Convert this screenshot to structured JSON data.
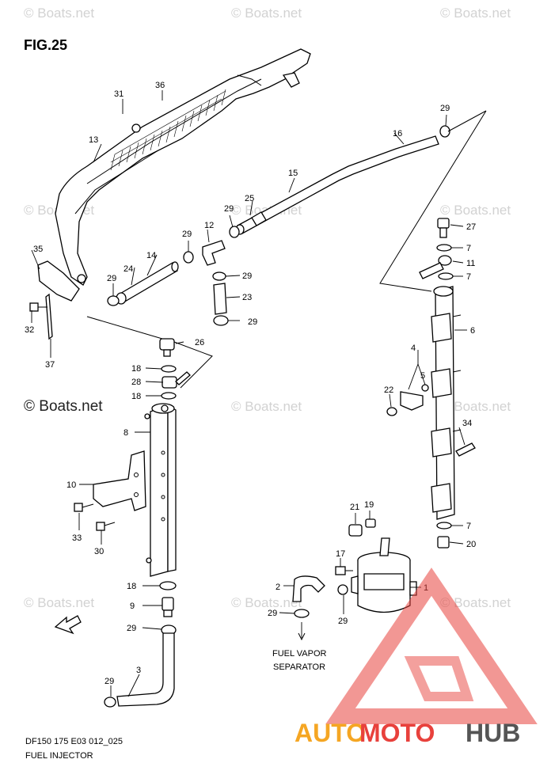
{
  "figure": {
    "title": "FIG.25"
  },
  "footer": {
    "code": "DF150 175 E03 012_025",
    "caption": "FUEL INJECTOR"
  },
  "watermark": {
    "text": "© Boats.net"
  },
  "logo": {
    "part1": "AUTO",
    "part2": "MOTO",
    "part3": "HUB",
    "color1": "#f5a623",
    "color2": "#e8413c",
    "color3": "#555555"
  },
  "notes": {
    "separator_line1": "FUEL VAPOR",
    "separator_line2": "SEPARATOR",
    "fwd": "FWD"
  },
  "callouts": {
    "c1": "1",
    "c2": "2",
    "c3": "3",
    "c4": "4",
    "c5": "5",
    "c6": "6",
    "c7a": "7",
    "c7b": "7",
    "c7c": "7",
    "c8": "8",
    "c9": "9",
    "c10": "10",
    "c11": "11",
    "c12": "12",
    "c13": "13",
    "c14": "14",
    "c15": "15",
    "c16": "16",
    "c17": "17",
    "c18a": "18",
    "c18b": "18",
    "c18c": "18",
    "c19": "19",
    "c20": "20",
    "c21": "21",
    "c22": "22",
    "c23": "23",
    "c24": "24",
    "c25": "25",
    "c26": "26",
    "c27": "27",
    "c28": "28",
    "c29a": "29",
    "c29b": "29",
    "c29c": "29",
    "c29d": "29",
    "c29e": "29",
    "c29f": "29",
    "c29g": "29",
    "c29h": "29",
    "c29i": "29",
    "c29j": "29",
    "c30": "30",
    "c31": "31",
    "c32": "32",
    "c33": "33",
    "c34": "34",
    "c35": "35",
    "c36": "36",
    "c37": "37"
  }
}
